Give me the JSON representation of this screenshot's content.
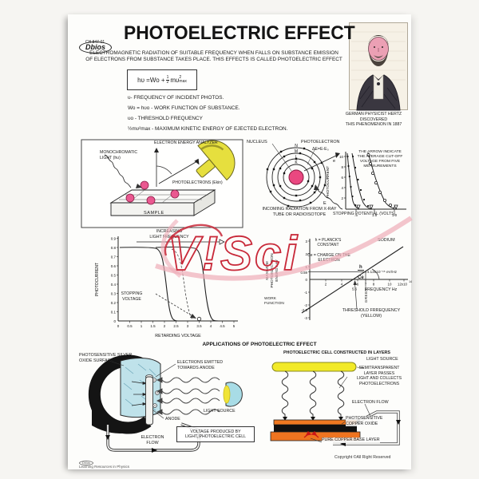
{
  "header": {
    "brand": "Dbios",
    "code": "CH 847-01",
    "title": "PHOTOELECTRIC EFFECT",
    "intro": "ELECTROMAGNETIC RADIATION OF SUITABLE FREQUENCY WHEN FALLS ON SUBSTANCE EMISSION\nOF ELECTRONS FROM SUBSTANCE TAKES PLACE. THIS EFFECTS IS CALLED PHOTOELECTRIC EFFECT"
  },
  "formula": {
    "pre": "hυ =Wo +",
    "num": "1",
    "den": "2",
    "term": "mυ",
    "sup": "2",
    "sub": "max"
  },
  "definitions": [
    "υ- FREQUENCY OF INCIDENT PHOTOS.",
    "Wo = hυo - WORK FUNCTION OF SUBSTANCE.",
    "υo - THRESHOLD FREQUENCY",
    "½mυ²max - MAXIMUM KINETIC ENERGY OF EJECTED ELECTRON."
  ],
  "portrait": {
    "caption": "GERMAN PHYSICIST HERTZ\nDISCOVERED\nTHIS PHENOMENON IN 1887"
  },
  "analyzer": {
    "title": "ELECTRON ENERGY ANALYZER",
    "light": "MONOCHROMATIC\nLIGHT (hυ)",
    "photoelectrons": "PHOTOELECTRONS (Ekin)",
    "sample": "SAMPLE"
  },
  "atom": {
    "nucleus": "NUCLEUS",
    "photoelectron": "PHOTOELECTRON",
    "delta": "ΔE=E-E₀",
    "shells": [
      "N",
      "M",
      "L",
      "K"
    ],
    "e_out": "e",
    "e_in": "E",
    "caption": "INCOMING RADIATION FROM X-RAY\nTUBE OR RADIOISOTOPE"
  },
  "stopping_graph": {
    "ylabel": "PHOTOCURRENT",
    "yticks": [
      "10",
      "8",
      "6",
      "4",
      "2"
    ],
    "xticks": [
      ".5",
      "1.5",
      "1.0"
    ],
    "xlabel": "STOPPING POTENTIAL (VOLTS)",
    "note": "THE ARROW INDICATE\nTHE AVERAGE CUT-OFF\nVOLTAGE FROM FIVE\nMEASUREMENTS"
  },
  "retarding_graph": {
    "ylabel": "PHOTOCURRENT",
    "xlabel": "RETARDING VOLTAGE",
    "yticks": [
      "0.9",
      "0.8",
      "0.7",
      "0.6",
      "0.5",
      "0.4",
      "0.3",
      "0.2",
      "0.1",
      "0"
    ],
    "xticks": [
      "0",
      "0.5",
      "1",
      "1.5",
      "2",
      "2.5",
      "3",
      "3.5",
      "4",
      "4.5",
      "5"
    ],
    "increasing": "INCREASING\nLIGHT FREQUENCY",
    "stopping": "STOPPING\nVOLTAGE"
  },
  "frequency_graph": {
    "ylabel": "MAXIMUM\nPHOTOELECTRON\nENERGY eV",
    "work": "WORK\nFUNCTION",
    "yticks": [
      "3",
      "2",
      "1",
      "0.59",
      "0",
      "-1",
      "-2",
      "-2.3",
      "-3"
    ],
    "xticks": [
      "2",
      "4",
      "6",
      "7",
      "8",
      "10",
      "12x10"
    ],
    "x_exponent": "14",
    "x_threshold": "5.6",
    "xlabel": "FREQUENCY Hz",
    "sodium": "SODIUM",
    "planck": "h = PLANCK'S\nCONSTANT",
    "charge": "Ce = CHARGE ON THE\nELECTRON",
    "ratio_num": "h",
    "ratio_den": "Ce",
    "ratio_value": "=4.13x10⁻¹⁵ eV/Hz",
    "green": "GREEN",
    "threshold": "THRESHOLD FRREQUENCY\n(YELLOW)"
  },
  "applications_heading": "APPLICATIONS OF PHOTOELECTRIC EFFECT",
  "cell_left": {
    "surface": "PHOTOSENSITIVE SILVER\nOXIDE SURFACE",
    "emitted": "ELECTRONS EMITTED\nTOWARDS ANODE",
    "light": "LIGHT SOURCE",
    "anode": "ANODE",
    "flow": "ELECTRON\nFLOW",
    "caption": "VOLTAGE PRODUCED BY\nLIGHT, PHOTOELECTRIC CELL"
  },
  "cell_right": {
    "heading": "PHOTOELECTRIC CELL CONSTRUCTED IN LAYERS",
    "light": "LIGHT SOURCE",
    "semi": "SEMITRANSPARENT\nLAYER PASSES\nLIGHT AND COLLECTS\nPHOTOELECTRONS",
    "flow": "ELECTRON FLOW",
    "oxide": "PHOTOSENSITIVE\nCOPPER OXIDE",
    "base": "PURE COPPER BASE LAYER"
  },
  "footer": {
    "brand": "Dbios",
    "left": "Learning Resources in Physics",
    "right": "Copyright ©All Right Reserved"
  },
  "watermark": "V!Sci",
  "colors": {
    "electron_pink": "#ea5890",
    "detector_yellow": "#e6df3e",
    "light_yellow": "#f2ea28",
    "copper_orange": "#f07820",
    "surface_cyan": "#bfe2ea",
    "watermark_red": "#c82838"
  },
  "chart_data": [
    {
      "type": "line",
      "ylabel": "PHOTOCURRENT",
      "xlabel": "STOPPING POTENTIAL (VOLTS)",
      "yticks": [
        10,
        8,
        6,
        4,
        2
      ],
      "xtick_labels": [
        ".5",
        "1.5",
        "1.0"
      ],
      "annotation": "THE ARROW INDICATE THE AVERAGE CUT-OFF VOLTAGE FROM FIVE MEASUREMENTS",
      "series": [
        {
          "name": "run-1-filled-dots",
          "approx_points": [
            [
              0.05,
              10
            ],
            [
              0.15,
              5
            ],
            [
              0.25,
              1
            ],
            [
              0.3,
              0
            ]
          ]
        },
        {
          "name": "run-2-filled-dots",
          "approx_points": [
            [
              0.15,
              10
            ],
            [
              0.3,
              5
            ],
            [
              0.45,
              1
            ],
            [
              0.5,
              0
            ]
          ]
        },
        {
          "name": "run-3-open-circles",
          "approx_points": [
            [
              0.45,
              10
            ],
            [
              0.7,
              5
            ],
            [
              1.0,
              1
            ],
            [
              1.1,
              0
            ]
          ]
        }
      ]
    },
    {
      "type": "line",
      "ylabel": "PHOTOCURRENT",
      "xlabel": "RETARDING VOLTAGE",
      "ylim": [
        0,
        0.9
      ],
      "xlim": [
        0,
        5
      ],
      "annotations": [
        "INCREASING LIGHT FREQUENCY",
        "STOPPING VOLTAGE"
      ],
      "series": [
        {
          "name": "lower-frequency",
          "approx_points": [
            [
              0,
              0.8
            ],
            [
              1.7,
              0.78
            ],
            [
              2.2,
              0
            ]
          ]
        },
        {
          "name": "middle-frequency-dashed",
          "approx_points": [
            [
              2.3,
              0.78
            ],
            [
              3.5,
              0
            ]
          ]
        },
        {
          "name": "higher-frequency",
          "approx_points": [
            [
              0,
              0.8
            ],
            [
              3.5,
              0.78
            ],
            [
              4.1,
              0
            ]
          ]
        }
      ]
    },
    {
      "type": "line",
      "ylabel": "MAXIMUM PHOTOELECTRON ENERGY eV",
      "xlabel": "FREQUENCY Hz (x10^14)",
      "ylim": [
        -3,
        3
      ],
      "series": [
        {
          "name": "SODIUM",
          "approx_points": [
            [
              0,
              -2.3
            ],
            [
              5.6,
              0
            ],
            [
              7,
              0.59
            ],
            [
              12,
              2.6
            ]
          ]
        }
      ],
      "slope_label": "h/Ce = 4.13x10^-15 eV/Hz",
      "threshold_frequency": 5.6,
      "work_function_eV": -2.3
    }
  ]
}
